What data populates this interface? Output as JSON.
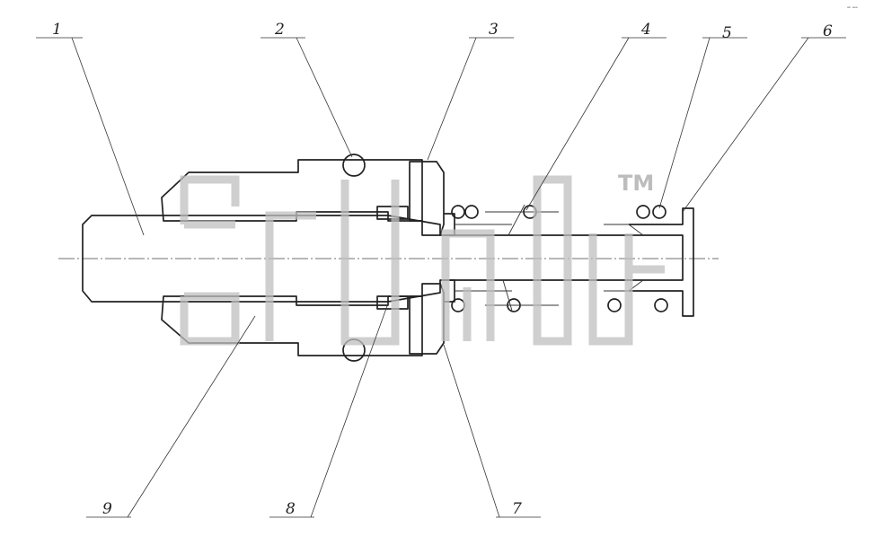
{
  "diagram": {
    "callouts": [
      {
        "id": "1",
        "label": "1"
      },
      {
        "id": "2",
        "label": "2"
      },
      {
        "id": "3",
        "label": "3"
      },
      {
        "id": "4",
        "label": "4"
      },
      {
        "id": "5",
        "label": "5"
      },
      {
        "id": "6",
        "label": "6"
      },
      {
        "id": "7",
        "label": "7"
      },
      {
        "id": "8",
        "label": "8"
      },
      {
        "id": "9",
        "label": "9"
      }
    ],
    "corner_mark": "ᵃᵇ ᵃᵃᵃ",
    "watermark": {
      "trademark": "TM"
    }
  }
}
